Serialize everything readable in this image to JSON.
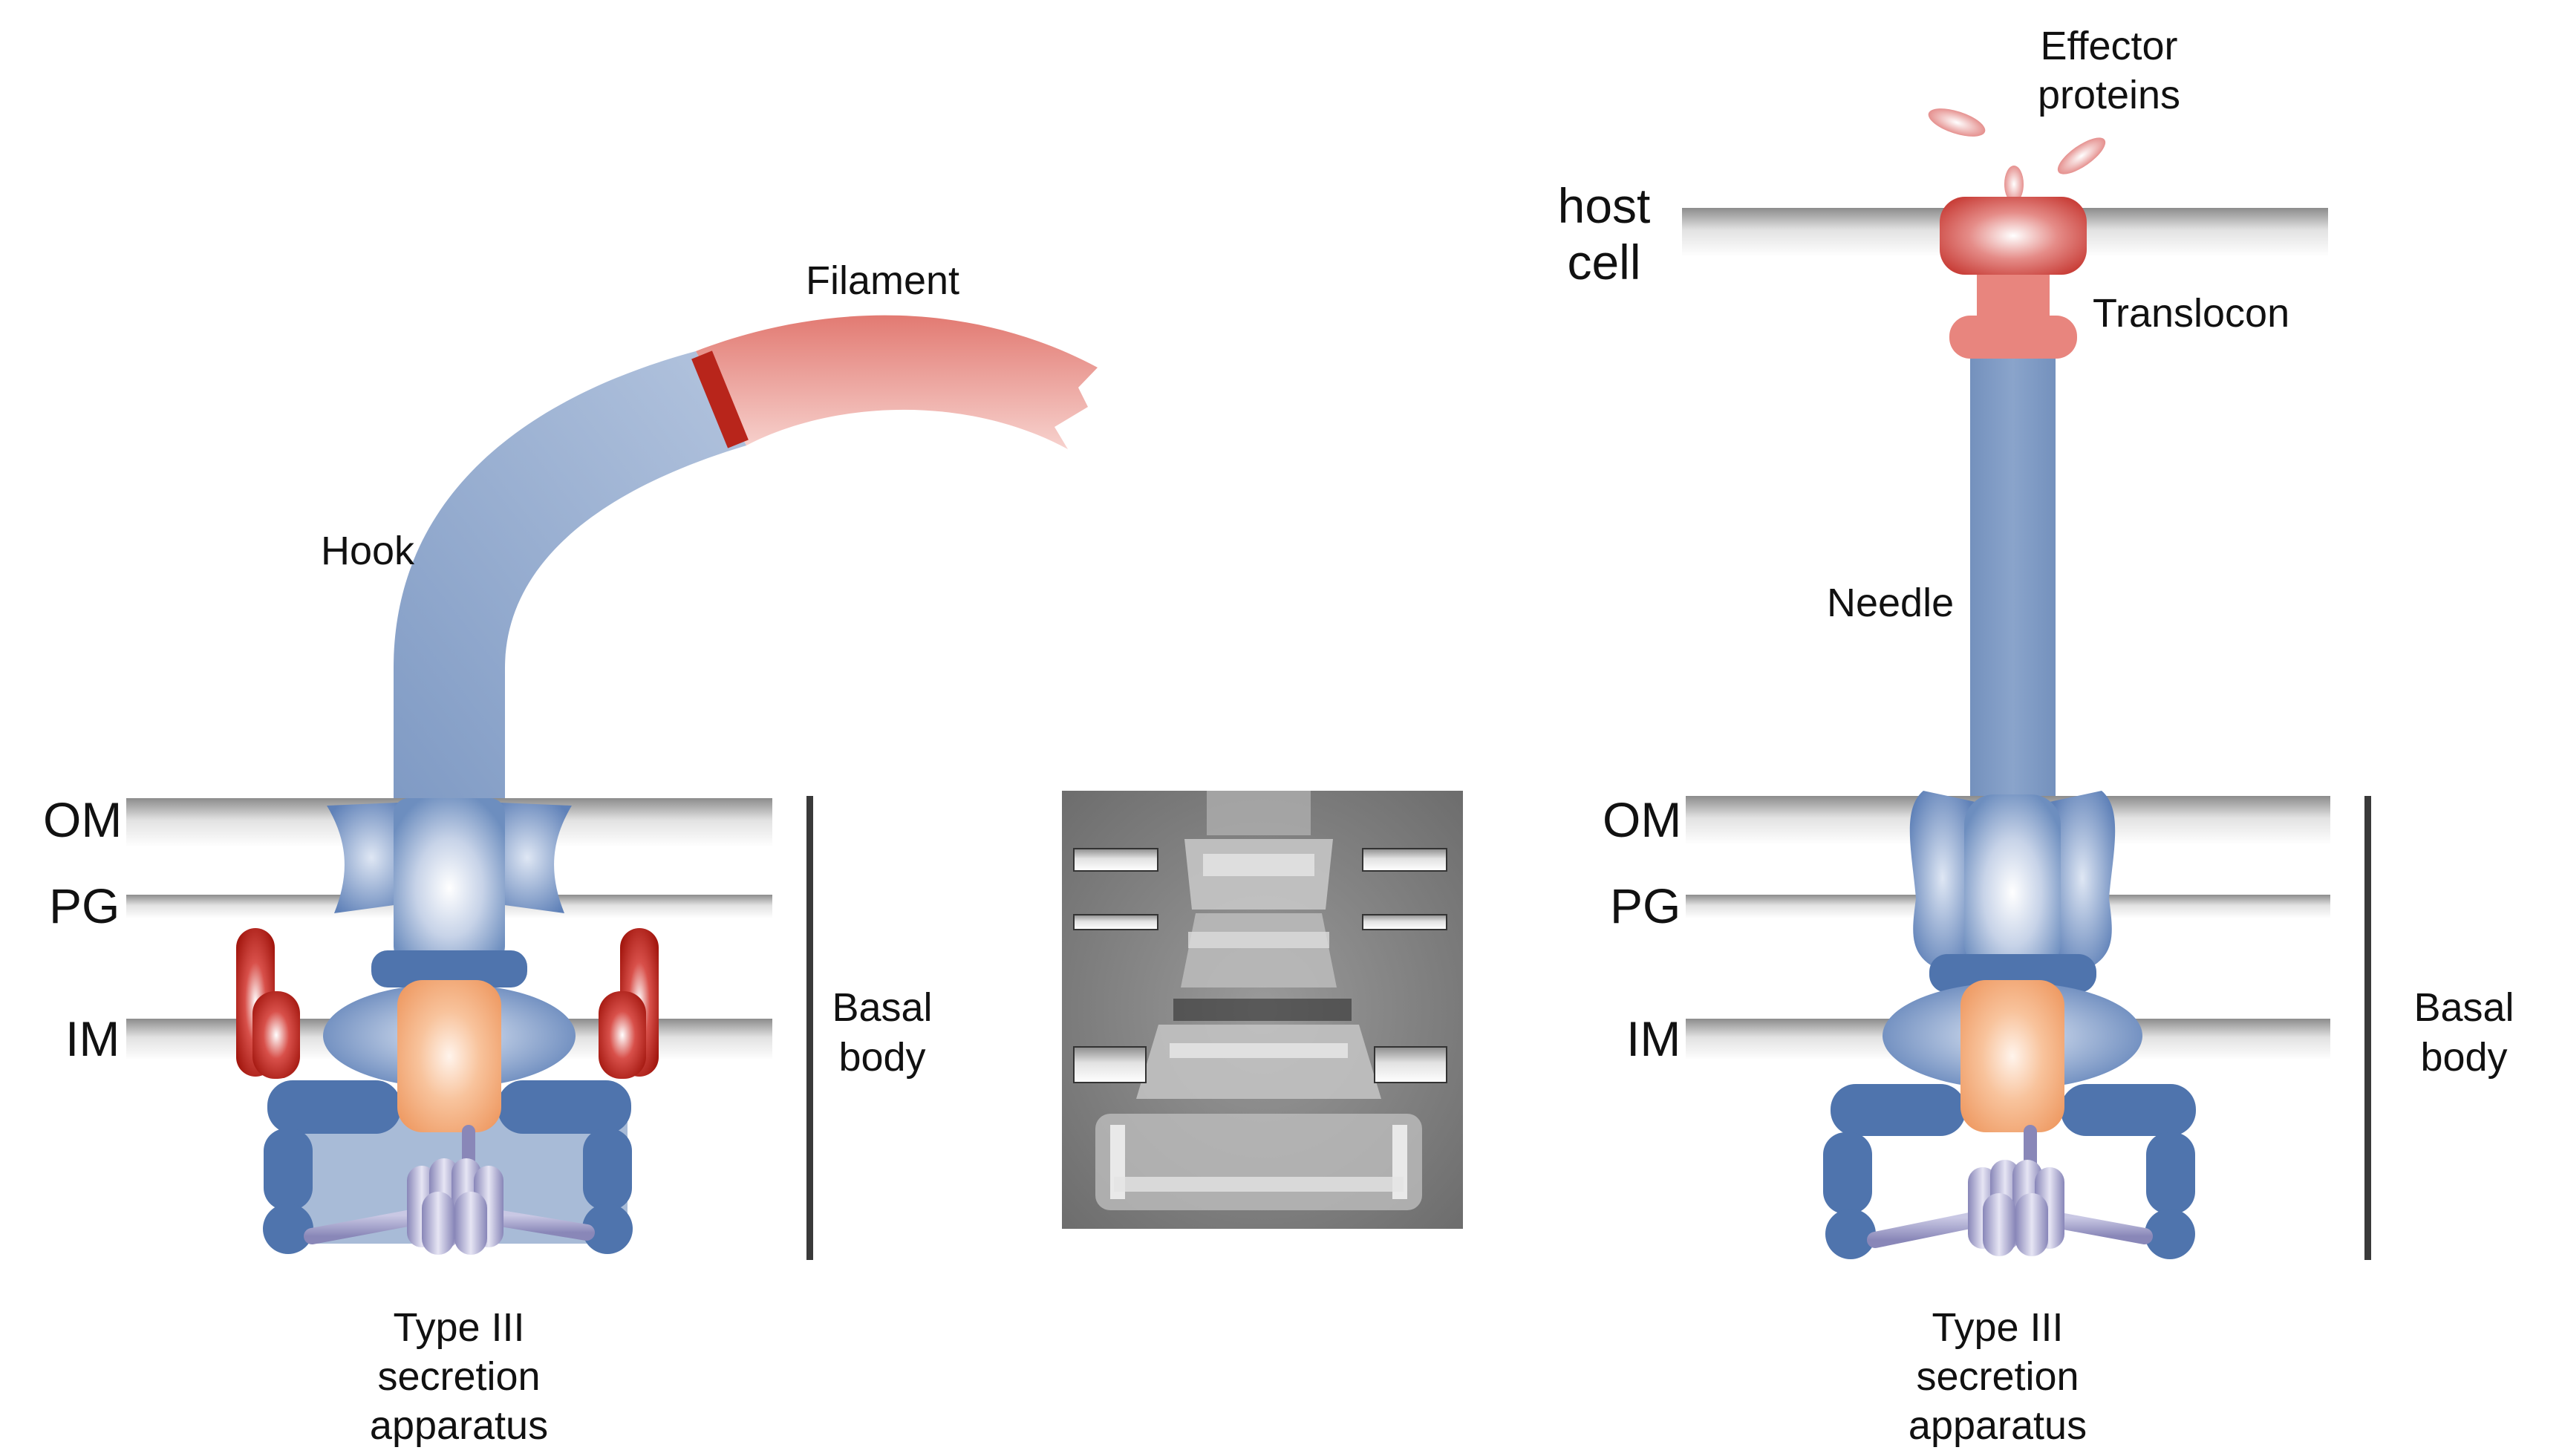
{
  "left_panel": {
    "filament_label": "Filament",
    "hook_label": "Hook",
    "membranes": [
      "OM",
      "PG",
      "IM"
    ],
    "basal_body_label": [
      "Basal",
      "body"
    ],
    "caption": [
      "Type III",
      "secretion",
      "apparatus"
    ]
  },
  "right_panel": {
    "effector_label": [
      "Effector",
      "proteins"
    ],
    "host_cell_label": [
      "host",
      "cell"
    ],
    "translocon_label": "Translocon",
    "needle_label": "Needle",
    "membranes": [
      "OM",
      "PG",
      "IM"
    ],
    "basal_body_label": [
      "Basal",
      "body"
    ],
    "caption": [
      "Type III",
      "secretion",
      "apparatus"
    ]
  },
  "colors": {
    "structural_blue": "#4f74ad",
    "hook_blue": "#8fa7cb",
    "filament_red": "#e4807a",
    "ring_red": "#b8251b",
    "export_orange": "#f0a06a",
    "atpase_lavender": "#9e9cc9",
    "membrane_gray": "#b4b4b4"
  }
}
